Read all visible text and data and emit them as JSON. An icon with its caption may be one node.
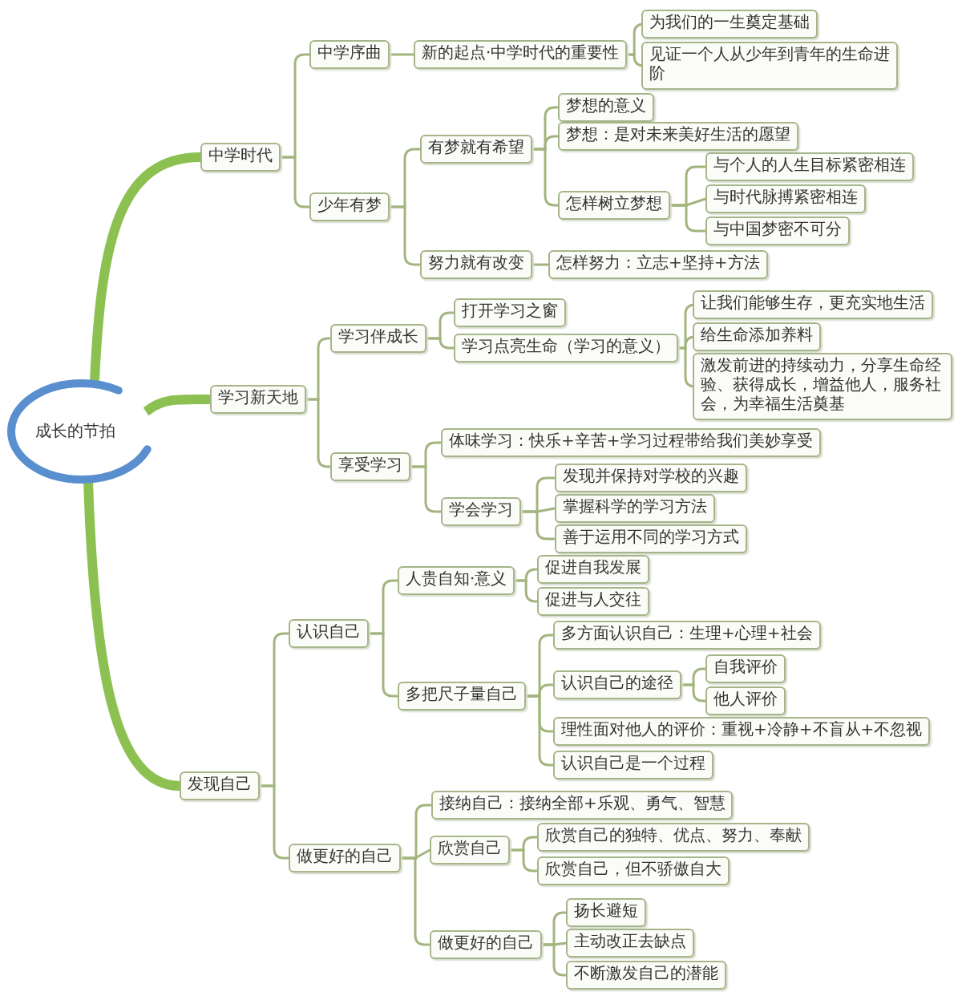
{
  "diagram": {
    "nodes": [
      {
        "text": [
          "成长的节拍"
        ]
      },
      {
        "text": [
          "中学时代"
        ]
      },
      {
        "text": [
          "中学序曲"
        ]
      },
      {
        "text": [
          "新的起点·中学时代的重要性"
        ]
      },
      {
        "text": [
          "为我们的一生奠定基础"
        ]
      },
      {
        "text": [
          "见证一个人从少年到青年的生命进阶"
        ]
      },
      {
        "text": [
          "少年有梦"
        ]
      },
      {
        "text": [
          "有梦就有希望"
        ]
      },
      {
        "text": [
          "梦想的意义"
        ]
      },
      {
        "text": [
          "梦想：是对未来美好生活的愿望"
        ]
      },
      {
        "text": [
          "怎样树立梦想"
        ]
      },
      {
        "text": [
          "与个人的人生目标紧密相连"
        ]
      },
      {
        "text": [
          "与时代脉搏紧密相连"
        ]
      },
      {
        "text": [
          "与中国梦密不可分"
        ]
      },
      {
        "text": [
          "努力就有改变"
        ]
      },
      {
        "text": [
          "怎样努力：立志+坚持+方法"
        ]
      },
      {
        "text": [
          "学习新天地"
        ]
      },
      {
        "text": [
          "学习伴成长"
        ]
      },
      {
        "text": [
          "打开学习之窗"
        ]
      },
      {
        "text": [
          "学习点亮生命（学习的意义）"
        ]
      },
      {
        "text": [
          "让我们能够生存，更充实地生活"
        ]
      },
      {
        "text": [
          "给生命添加养料"
        ]
      },
      {
        "text": [
          "激发前进的持续动力，分享生命经验、获得成长，增益他人，服务社会，为幸福生活奠基"
        ]
      },
      {
        "text": [
          "享受学习"
        ]
      },
      {
        "text": [
          "体味学习：快乐+辛苦+学习过程带给我们美妙享受"
        ]
      },
      {
        "text": [
          "学会学习"
        ]
      },
      {
        "text": [
          "发现并保持对学校的兴趣"
        ]
      },
      {
        "text": [
          "掌握科学的学习方法"
        ]
      },
      {
        "text": [
          "善于运用不同的学习方式"
        ]
      },
      {
        "text": [
          "发现自己"
        ]
      },
      {
        "text": [
          "认识自己"
        ]
      },
      {
        "text": [
          "人贵自知·意义"
        ]
      },
      {
        "text": [
          "促进自我发展"
        ]
      },
      {
        "text": [
          "促进与人交往"
        ]
      },
      {
        "text": [
          "多把尺子量自己"
        ]
      },
      {
        "text": [
          "多方面认识自己：生理+心理+社会"
        ]
      },
      {
        "text": [
          "认识自己的途径"
        ]
      },
      {
        "text": [
          "自我评价"
        ]
      },
      {
        "text": [
          "他人评价"
        ]
      },
      {
        "text": [
          "理性面对他人的评价：重视+冷静+不盲从+不忽视"
        ]
      },
      {
        "text": [
          "认识自己是一个过程"
        ]
      },
      {
        "text": [
          "做更好的自己"
        ]
      },
      {
        "text": [
          "接纳自己：接纳全部+乐观、勇气、智慧"
        ]
      },
      {
        "text": [
          "欣赏自己"
        ]
      },
      {
        "text": [
          "欣赏自己的独特、优点、努力、奉献"
        ]
      },
      {
        "text": [
          "欣赏自己，但不骄傲自大"
        ]
      },
      {
        "text": [
          "做更好的自己"
        ]
      },
      {
        "text": [
          "扬长避短"
        ]
      },
      {
        "text": [
          "主动改正去缺点"
        ]
      },
      {
        "text": [
          "不断激发自己的潜能"
        ]
      }
    ],
    "edges": [
      {
        "from": 0,
        "to": 1,
        "arrow": "none",
        "style": "thick",
        "color": "#8cc152"
      },
      {
        "from": 0,
        "to": 16,
        "arrow": "none",
        "style": "thick",
        "color": "#8cc152"
      },
      {
        "from": 0,
        "to": 29,
        "arrow": "none",
        "style": "thick",
        "color": "#8cc152"
      },
      {
        "from": 1,
        "to": 2,
        "arrow": "none"
      },
      {
        "from": 1,
        "to": 6,
        "arrow": "none"
      },
      {
        "from": 2,
        "to": 3,
        "arrow": "none"
      },
      {
        "from": 3,
        "to": 4,
        "arrow": "none"
      },
      {
        "from": 3,
        "to": 5,
        "arrow": "none"
      },
      {
        "from": 6,
        "to": 7,
        "arrow": "none"
      },
      {
        "from": 6,
        "to": 14,
        "arrow": "none"
      },
      {
        "from": 7,
        "to": 8,
        "arrow": "none"
      },
      {
        "from": 7,
        "to": 9,
        "arrow": "none"
      },
      {
        "from": 7,
        "to": 10,
        "arrow": "none"
      },
      {
        "from": 10,
        "to": 11,
        "arrow": "none"
      },
      {
        "from": 10,
        "to": 12,
        "arrow": "none"
      },
      {
        "from": 10,
        "to": 13,
        "arrow": "none"
      },
      {
        "from": 14,
        "to": 15,
        "arrow": "none"
      },
      {
        "from": 16,
        "to": 17,
        "arrow": "none"
      },
      {
        "from": 16,
        "to": 23,
        "arrow": "none"
      },
      {
        "from": 17,
        "to": 18,
        "arrow": "none"
      },
      {
        "from": 17,
        "to": 19,
        "arrow": "none"
      },
      {
        "from": 19,
        "to": 20,
        "arrow": "none"
      },
      {
        "from": 19,
        "to": 21,
        "arrow": "none"
      },
      {
        "from": 19,
        "to": 22,
        "arrow": "none"
      },
      {
        "from": 23,
        "to": 24,
        "arrow": "none"
      },
      {
        "from": 23,
        "to": 25,
        "arrow": "none"
      },
      {
        "from": 25,
        "to": 26,
        "arrow": "none"
      },
      {
        "from": 25,
        "to": 27,
        "arrow": "none"
      },
      {
        "from": 25,
        "to": 28,
        "arrow": "none"
      },
      {
        "from": 29,
        "to": 30,
        "arrow": "none"
      },
      {
        "from": 29,
        "to": 41,
        "arrow": "none"
      },
      {
        "from": 30,
        "to": 31,
        "arrow": "none"
      },
      {
        "from": 30,
        "to": 34,
        "arrow": "none"
      },
      {
        "from": 31,
        "to": 32,
        "arrow": "none"
      },
      {
        "from": 31,
        "to": 33,
        "arrow": "none"
      },
      {
        "from": 34,
        "to": 35,
        "arrow": "none"
      },
      {
        "from": 34,
        "to": 36,
        "arrow": "none"
      },
      {
        "from": 34,
        "to": 39,
        "arrow": "none"
      },
      {
        "from": 34,
        "to": 40,
        "arrow": "none"
      },
      {
        "from": 36,
        "to": 37,
        "arrow": "none"
      },
      {
        "from": 36,
        "to": 38,
        "arrow": "none"
      },
      {
        "from": 41,
        "to": 42,
        "arrow": "none"
      },
      {
        "from": 41,
        "to": 43,
        "arrow": "none"
      },
      {
        "from": 41,
        "to": 46,
        "arrow": "none"
      },
      {
        "from": 43,
        "to": 44,
        "arrow": "none"
      },
      {
        "from": 43,
        "to": 45,
        "arrow": "none"
      },
      {
        "from": 46,
        "to": 47,
        "arrow": "none"
      },
      {
        "from": 46,
        "to": 48,
        "arrow": "none"
      },
      {
        "from": 46,
        "to": 49,
        "arrow": "none"
      }
    ]
  }
}
